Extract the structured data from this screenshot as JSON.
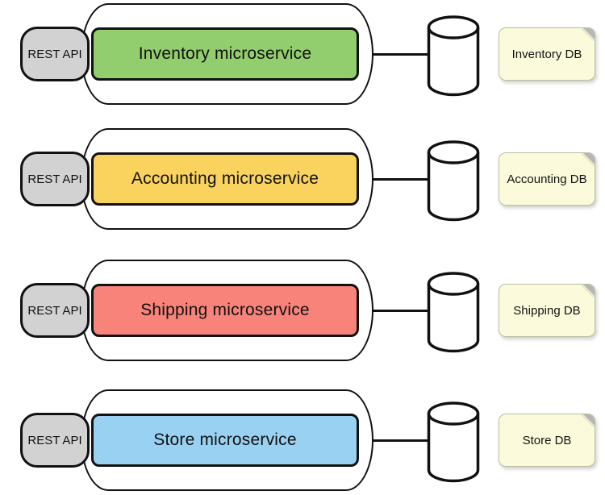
{
  "rest_api_label": "REST API",
  "services": [
    {
      "name": "Inventory microservice",
      "db": "Inventory DB",
      "color": "#93ce6e"
    },
    {
      "name": "Accounting microservice",
      "db": "Accounting DB",
      "color": "#fad35f"
    },
    {
      "name": "Shipping microservice",
      "db": "Shipping DB",
      "color": "#f8837a"
    },
    {
      "name": "Store microservice",
      "db": "Store DB",
      "color": "#99d1f2"
    }
  ],
  "palette": {
    "outline": "#111111",
    "rest_api_bg": "#d2d2d2",
    "container_bg": "#ffffff",
    "note_bg": "#fbfbdc",
    "note_border": "#bdbda4",
    "background": "#ffffff"
  },
  "icons": {
    "database_icon": "cylinder"
  }
}
